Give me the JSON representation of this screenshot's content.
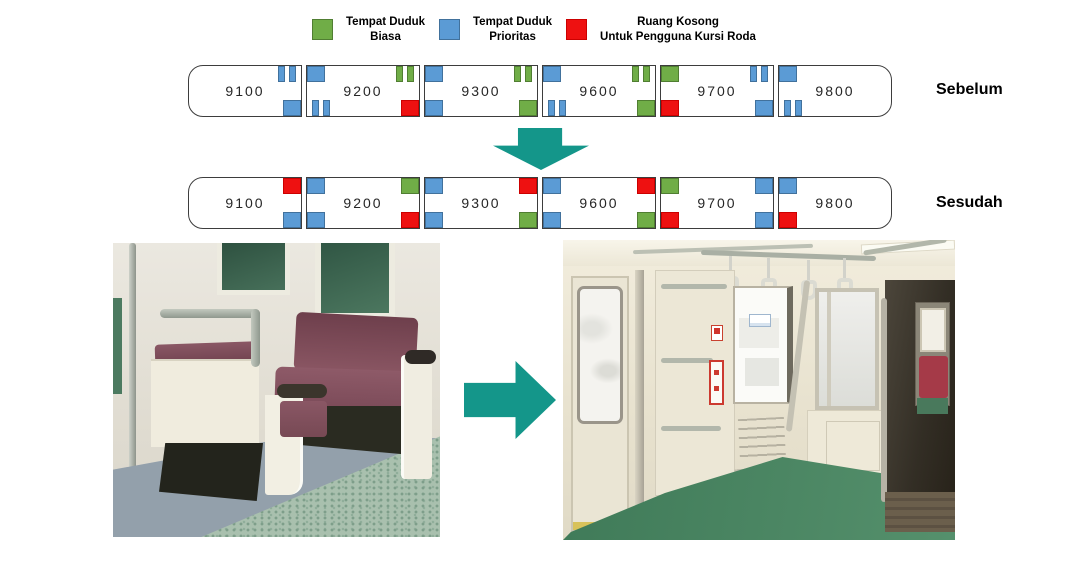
{
  "legend": {
    "items": [
      {
        "id": "biasa",
        "swatch_color": "#70AD47",
        "swatch_border": "#507E32",
        "lines": [
          "Tempat Duduk",
          "Biasa"
        ]
      },
      {
        "id": "prioritas",
        "swatch_color": "#5B9BD5",
        "swatch_border": "#41719C",
        "lines": [
          "Tempat Duduk",
          "Prioritas"
        ]
      },
      {
        "id": "kursi-roda",
        "swatch_color": "#EE1111",
        "swatch_border": "#CC0000",
        "lines": [
          "Ruang Kosong",
          "Untuk Pengguna Kursi Roda"
        ]
      }
    ]
  },
  "colors": {
    "blue": "#5B9BD5",
    "blue_border": "#41719C",
    "green": "#70AD47",
    "green_border": "#507E32",
    "red": "#EE1111",
    "red_border": "#CC0000",
    "arrow": "#14968A"
  },
  "rows": [
    {
      "id": "sebelum",
      "label": "Sebelum",
      "cars": [
        {
          "number": "9100",
          "shape": "head",
          "markers": [
            {
              "pos": "tr",
              "type": "pair",
              "color": "blue"
            },
            {
              "pos": "br",
              "type": "square",
              "color": "blue"
            }
          ]
        },
        {
          "number": "9200",
          "shape": "mid",
          "markers": [
            {
              "pos": "tl",
              "type": "square",
              "color": "blue"
            },
            {
              "pos": "tr",
              "type": "pair",
              "color": "green"
            },
            {
              "pos": "bl",
              "type": "pair",
              "color": "blue"
            },
            {
              "pos": "br",
              "type": "square",
              "color": "red"
            }
          ]
        },
        {
          "number": "9300",
          "shape": "mid",
          "markers": [
            {
              "pos": "tl",
              "type": "square",
              "color": "blue"
            },
            {
              "pos": "tr",
              "type": "pair",
              "color": "green"
            },
            {
              "pos": "bl",
              "type": "square",
              "color": "blue"
            },
            {
              "pos": "br",
              "type": "square",
              "color": "green"
            }
          ]
        },
        {
          "number": "9600",
          "shape": "mid",
          "markers": [
            {
              "pos": "tl",
              "type": "square",
              "color": "blue"
            },
            {
              "pos": "tr",
              "type": "pair",
              "color": "green"
            },
            {
              "pos": "bl",
              "type": "pair",
              "color": "blue"
            },
            {
              "pos": "br",
              "type": "square",
              "color": "green"
            }
          ]
        },
        {
          "number": "9700",
          "shape": "mid",
          "markers": [
            {
              "pos": "tl",
              "type": "square",
              "color": "green"
            },
            {
              "pos": "tr",
              "type": "pair",
              "color": "blue"
            },
            {
              "pos": "bl",
              "type": "square",
              "color": "red"
            },
            {
              "pos": "br",
              "type": "square",
              "color": "blue"
            }
          ]
        },
        {
          "number": "9800",
          "shape": "tail",
          "markers": [
            {
              "pos": "tl",
              "type": "square",
              "color": "blue"
            },
            {
              "pos": "bl",
              "type": "pair",
              "color": "blue"
            }
          ]
        }
      ]
    },
    {
      "id": "sesudah",
      "label": "Sesudah",
      "cars": [
        {
          "number": "9100",
          "shape": "head",
          "markers": [
            {
              "pos": "tr",
              "type": "square",
              "color": "red"
            },
            {
              "pos": "br",
              "type": "square",
              "color": "blue"
            }
          ]
        },
        {
          "number": "9200",
          "shape": "mid",
          "markers": [
            {
              "pos": "tl",
              "type": "square",
              "color": "blue"
            },
            {
              "pos": "tr",
              "type": "square",
              "color": "green"
            },
            {
              "pos": "bl",
              "type": "square",
              "color": "blue"
            },
            {
              "pos": "br",
              "type": "square",
              "color": "red"
            }
          ]
        },
        {
          "number": "9300",
          "shape": "mid",
          "markers": [
            {
              "pos": "tl",
              "type": "square",
              "color": "blue"
            },
            {
              "pos": "tr",
              "type": "square",
              "color": "red"
            },
            {
              "pos": "bl",
              "type": "square",
              "color": "blue"
            },
            {
              "pos": "br",
              "type": "square",
              "color": "green"
            }
          ]
        },
        {
          "number": "9600",
          "shape": "mid",
          "markers": [
            {
              "pos": "tl",
              "type": "square",
              "color": "blue"
            },
            {
              "pos": "tr",
              "type": "square",
              "color": "red"
            },
            {
              "pos": "bl",
              "type": "square",
              "color": "blue"
            },
            {
              "pos": "br",
              "type": "square",
              "color": "green"
            }
          ]
        },
        {
          "number": "9700",
          "shape": "mid",
          "markers": [
            {
              "pos": "tl",
              "type": "square",
              "color": "green"
            },
            {
              "pos": "tr",
              "type": "square",
              "color": "blue"
            },
            {
              "pos": "bl",
              "type": "square",
              "color": "red"
            },
            {
              "pos": "br",
              "type": "square",
              "color": "blue"
            }
          ]
        },
        {
          "number": "9800",
          "shape": "tail",
          "markers": [
            {
              "pos": "tl",
              "type": "square",
              "color": "blue"
            },
            {
              "pos": "bl",
              "type": "square",
              "color": "red"
            }
          ]
        }
      ]
    }
  ]
}
